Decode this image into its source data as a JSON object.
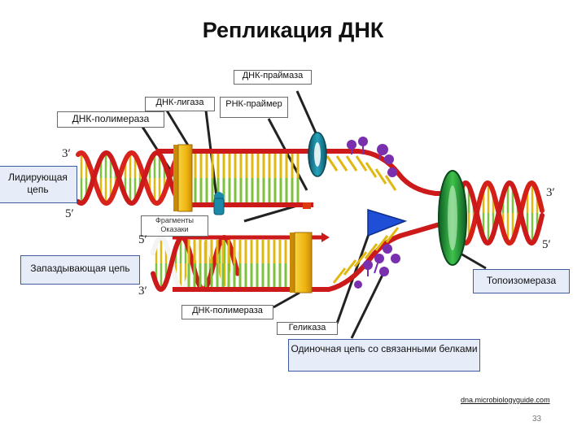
{
  "title": "Репликация ДНК",
  "labels": {
    "primase": "ДНК-праймаза",
    "ligase": "ДНК-лигаза",
    "rna_primer": "РНК-праймер",
    "polymerase_top": "ДНК-полимераза",
    "leading_strand": "Лидирующая цепь",
    "okazaki": "Фрагменты Оказаки",
    "lagging_strand": "Запаздывающая цепь",
    "topoisomerase": "Топоизомераза",
    "polymerase_bottom": "ДНК-полимераза",
    "helicase": "Геликаза",
    "ssb": "Одиночная цепь со связанными белками"
  },
  "ends": {
    "top_left_3": "3′",
    "mid_left_5": "5′",
    "lower_left_5": "5′",
    "bottom_left_3": "3′",
    "right_3": "3′",
    "right_5": "5′"
  },
  "source": "dna.microbiologyguide.com",
  "page_number": "33",
  "colors": {
    "backbone": "#cc1a1a",
    "rung_green": "#7cc23a",
    "rung_yellow": "#e0b810",
    "polymerase": "#f2bb14",
    "helicase": "#1f4fd6",
    "topoisomerase": "#1d8a3a",
    "primase": "#1a7f96",
    "ssb_protein": "#7a2fae",
    "label_box": "#e6ecf8"
  }
}
